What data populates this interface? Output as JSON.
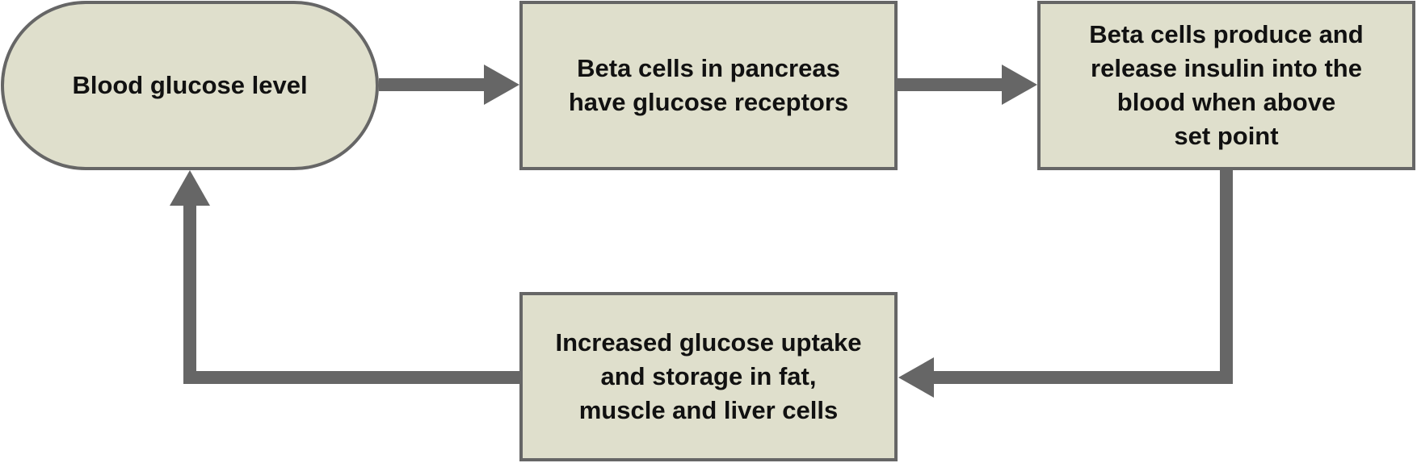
{
  "colors": {
    "box_fill": "#dfdfcc",
    "box_border": "#666666",
    "arrow": "#666666",
    "text": "#111111"
  },
  "nodes": {
    "blood_glucose": "Blood glucose level",
    "beta_receptors": "Beta cells in pancreas\nhave glucose receptors",
    "insulin_release": "Beta cells produce and\nrelease insulin into the\nblood when above\nset point",
    "glucose_uptake": "Increased glucose uptake\nand storage in fat,\nmuscle and liver cells"
  }
}
